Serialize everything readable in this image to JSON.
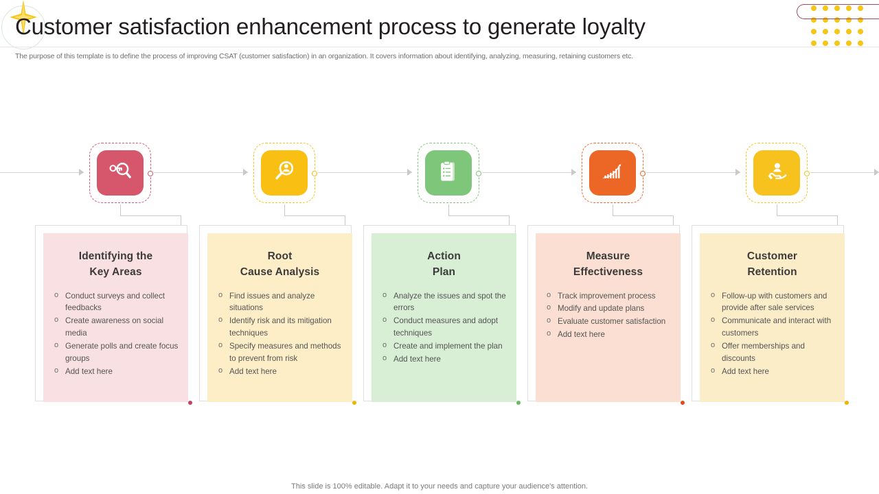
{
  "header": {
    "title": "Customer satisfaction enhancement process to generate loyalty",
    "subtitle": "The purpose of this template is to define the process of improving CSAT  (customer satisfaction) in an organization. It covers information about identifying, analyzing, measuring, retaining customers etc.",
    "sparkle_icon": "sparkle-star-icon",
    "dot_grid_icon": "dot-grid-decoration",
    "dot_grid_color": "#f5c518",
    "swoosh_color": "#9e4a5e"
  },
  "footer": {
    "note": "This slide is 100% editable. Adapt it to your needs and capture your audience's attention."
  },
  "flow": {
    "line_color": "#d2d2d2",
    "arrow_color": "#c9c9c9",
    "steps": [
      {
        "id": "identifying-the-key-areas",
        "title_line1": "Identifying the",
        "title_line2": "Key Areas",
        "icon": "key-magnifier-icon",
        "accent": "#d6566b",
        "tile_color": "#d6566b",
        "card_fill": "#f9e0e3",
        "dot_color": "#c0445a",
        "bullets": [
          "Conduct surveys and collect feedbacks",
          "Create awareness on social media",
          "Generate polls and create focus groups",
          "Add text here"
        ]
      },
      {
        "id": "root-cause-analysis",
        "title_line1": "Root",
        "title_line2": "Cause Analysis",
        "icon": "person-magnifier-icon",
        "accent": "#f9c013",
        "tile_color": "#f9c013",
        "card_fill": "#fdeec8",
        "dot_color": "#f0b400",
        "bullets": [
          "Find issues and analyze situations",
          "Identify risk and its mitigation techniques",
          "Specify measures and methods to prevent from risk",
          "Add text here"
        ]
      },
      {
        "id": "action-plan",
        "title_line1": "Action",
        "title_line2": "Plan",
        "icon": "clipboard-checklist-icon",
        "accent": "#7ec77a",
        "tile_color": "#7ec77a",
        "card_fill": "#d8eed5",
        "dot_color": "#66bb62",
        "bullets": [
          "Analyze the issues and spot the errors",
          "Conduct measures and adopt techniques",
          "Create and implement the plan",
          "Add text here"
        ]
      },
      {
        "id": "measure-effectiveness",
        "title_line1": "Measure",
        "title_line2": "Effectiveness",
        "icon": "growth-chart-icon",
        "accent": "#ec6726",
        "tile_color": "#ec6726",
        "card_fill": "#fadfd2",
        "dot_color": "#e2491c",
        "bullets": [
          "Track improvement process",
          "Modify and update plans",
          "Evaluate customer satisfaction",
          "Add text here"
        ]
      },
      {
        "id": "customer-retention",
        "title_line1": "Customer",
        "title_line2": "Retention",
        "icon": "hand-holding-person-icon",
        "accent": "#f7c11e",
        "tile_color": "#f7c11e",
        "card_fill": "#fcedc9",
        "dot_color": "#f0b400",
        "bullets": [
          "Follow-up with customers and provide after sale services",
          "Communicate and interact with customers",
          "Offer memberships and discounts",
          "Add text here"
        ]
      }
    ]
  }
}
